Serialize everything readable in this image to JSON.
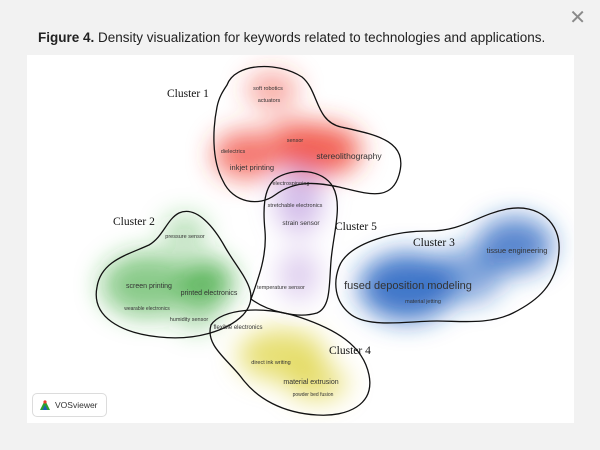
{
  "dialog": {
    "close_glyph": "✕",
    "caption_bold": "Figure 4.",
    "caption_text": " Density visualization for keywords related to technologies and applications."
  },
  "clusters": {
    "c1": "Cluster 1",
    "c2": "Cluster 2",
    "c3": "Cluster 3",
    "c4": "Cluster 4",
    "c5": "Cluster 5"
  },
  "keywords": {
    "soft_robotics": "soft robotics",
    "actuators": "actuators",
    "sensor": "sensor",
    "dielectrics": "dielectrics",
    "inkjet_printing": "inkjet printing",
    "stereolithography": "stereolithography",
    "electrospinning": "electrospinning",
    "stretchable_electronics": "stretchable electronics",
    "strain_sensor": "strain sensor",
    "temperature_sensor": "temperature sensor",
    "pressure_sensor": "pressure sensor",
    "screen_printing": "screen printing",
    "printed_electronics": "printed electronics",
    "wearable_electronics": "wearable electronics",
    "humidity_sensor": "humidity sensor",
    "flexible_electronics": "flexible electronics",
    "tissue_engineering": "tissue engineering",
    "fused_deposition_modeling": "fused deposition modeling",
    "material_jetting": "material jetting",
    "direct_ink_writing": "direct ink writing",
    "material_extrusion": "material extrusion",
    "powder_bed_fusion": "powder bed fusion"
  },
  "colors": {
    "cluster1": "#ef3b2c",
    "cluster2": "#2ca02c",
    "cluster3": "#1f5fbf",
    "cluster4": "#d4c400",
    "cluster5": "#b088d8"
  },
  "brand": {
    "name": "VOSviewer",
    "logo_icon": "vosviewer-logo-icon"
  }
}
